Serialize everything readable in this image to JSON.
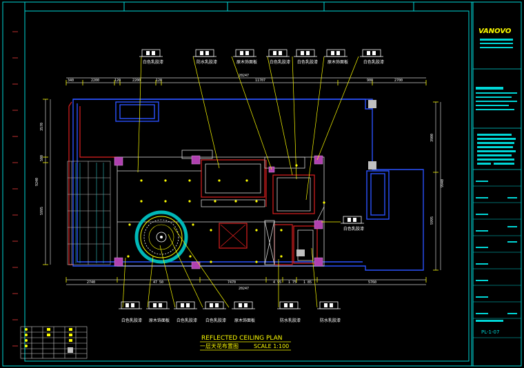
{
  "plan": {
    "title_en": "REFLECTED CEILING PLAN",
    "title_cn": "一层天花布置图",
    "scale": "SCALE 1:100",
    "dims_top": [
      "340",
      "2200",
      "120",
      "2200",
      "120",
      "11707",
      "900",
      "2700"
    ],
    "dim_top_total": "20247",
    "dims_bottom": [
      "2740",
      "47 50",
      "7470",
      "4 95",
      "1 75",
      "1 85",
      "5760"
    ],
    "dim_bottom_total": "20247",
    "dims_left": [
      "3570",
      "500",
      "9240",
      "5995"
    ],
    "dims_right": [
      "3900",
      "9940",
      "5995"
    ]
  },
  "labels_top": [
    "白色乳胶漆",
    "防水乳胶漆",
    "原木饰面板",
    "白色乳胶漆",
    "白色乳胶漆",
    "原木饰面板",
    "白色乳胶漆"
  ],
  "labels_bottom": [
    "白色乳胶漆",
    "原木饰面板",
    "白色乳胶漆",
    "白色乳胶漆",
    "原木饰面板",
    "防水乳胶漆",
    "防水乳胶漆"
  ],
  "label_right": "白色乳胶漆",
  "titleblock": {
    "logo": "VANOVO",
    "drawing_no": "PL-1-07"
  },
  "colors": {
    "frame": "#00d7d7",
    "wall": "#2b52ff",
    "partition": "#e02020",
    "leader": "#ffff00",
    "text": "#ffffff",
    "column": "#b040b0"
  }
}
